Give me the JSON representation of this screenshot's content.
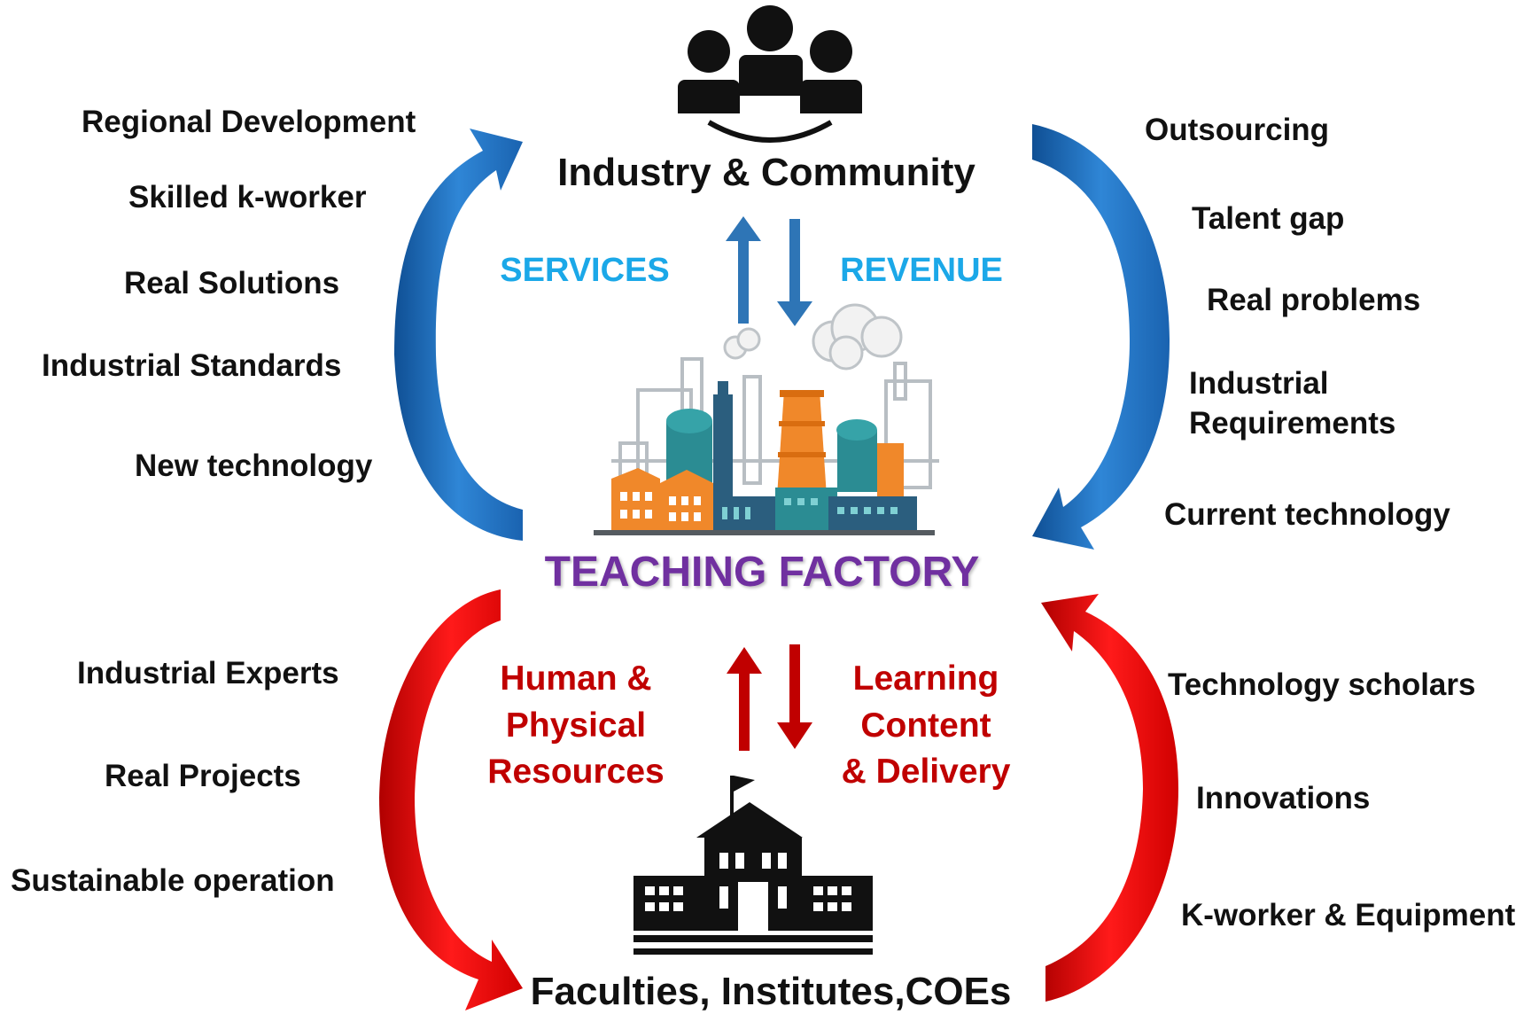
{
  "nodes": {
    "industry": "Industry & Community",
    "factory": "TEACHING FACTORY",
    "faculties": "Faculties, Institutes,COEs"
  },
  "flows": {
    "services": "SERVICES",
    "revenue": "REVENUE",
    "human_resources": [
      "Human &",
      "Physical",
      "Resources"
    ],
    "learning_content": [
      "Learning",
      "Content",
      "& Delivery"
    ]
  },
  "left_top_items": [
    "Regional Development",
    "Skilled k-worker",
    "Real Solutions",
    "Industrial Standards",
    "New technology"
  ],
  "right_top_items": [
    "Outsourcing",
    "Talent gap",
    "Real problems",
    "Industrial",
    "Requirements",
    "Current technology"
  ],
  "left_bottom_items": [
    "Industrial Experts",
    "Real Projects",
    "Sustainable operation"
  ],
  "right_bottom_items": [
    "Technology scholars",
    "Innovations",
    "K-worker & Equipment"
  ],
  "icons": [
    "people-group-icon",
    "factory-icon",
    "school-building-icon"
  ],
  "colors": {
    "blue_arrow": "#1F6FBF",
    "light_blue_text": "#1BA8E8",
    "red": "#C00000",
    "bright_red_arrow": "#F01010",
    "purple": "#7030A0",
    "steel_blue": "#2E75B6"
  }
}
